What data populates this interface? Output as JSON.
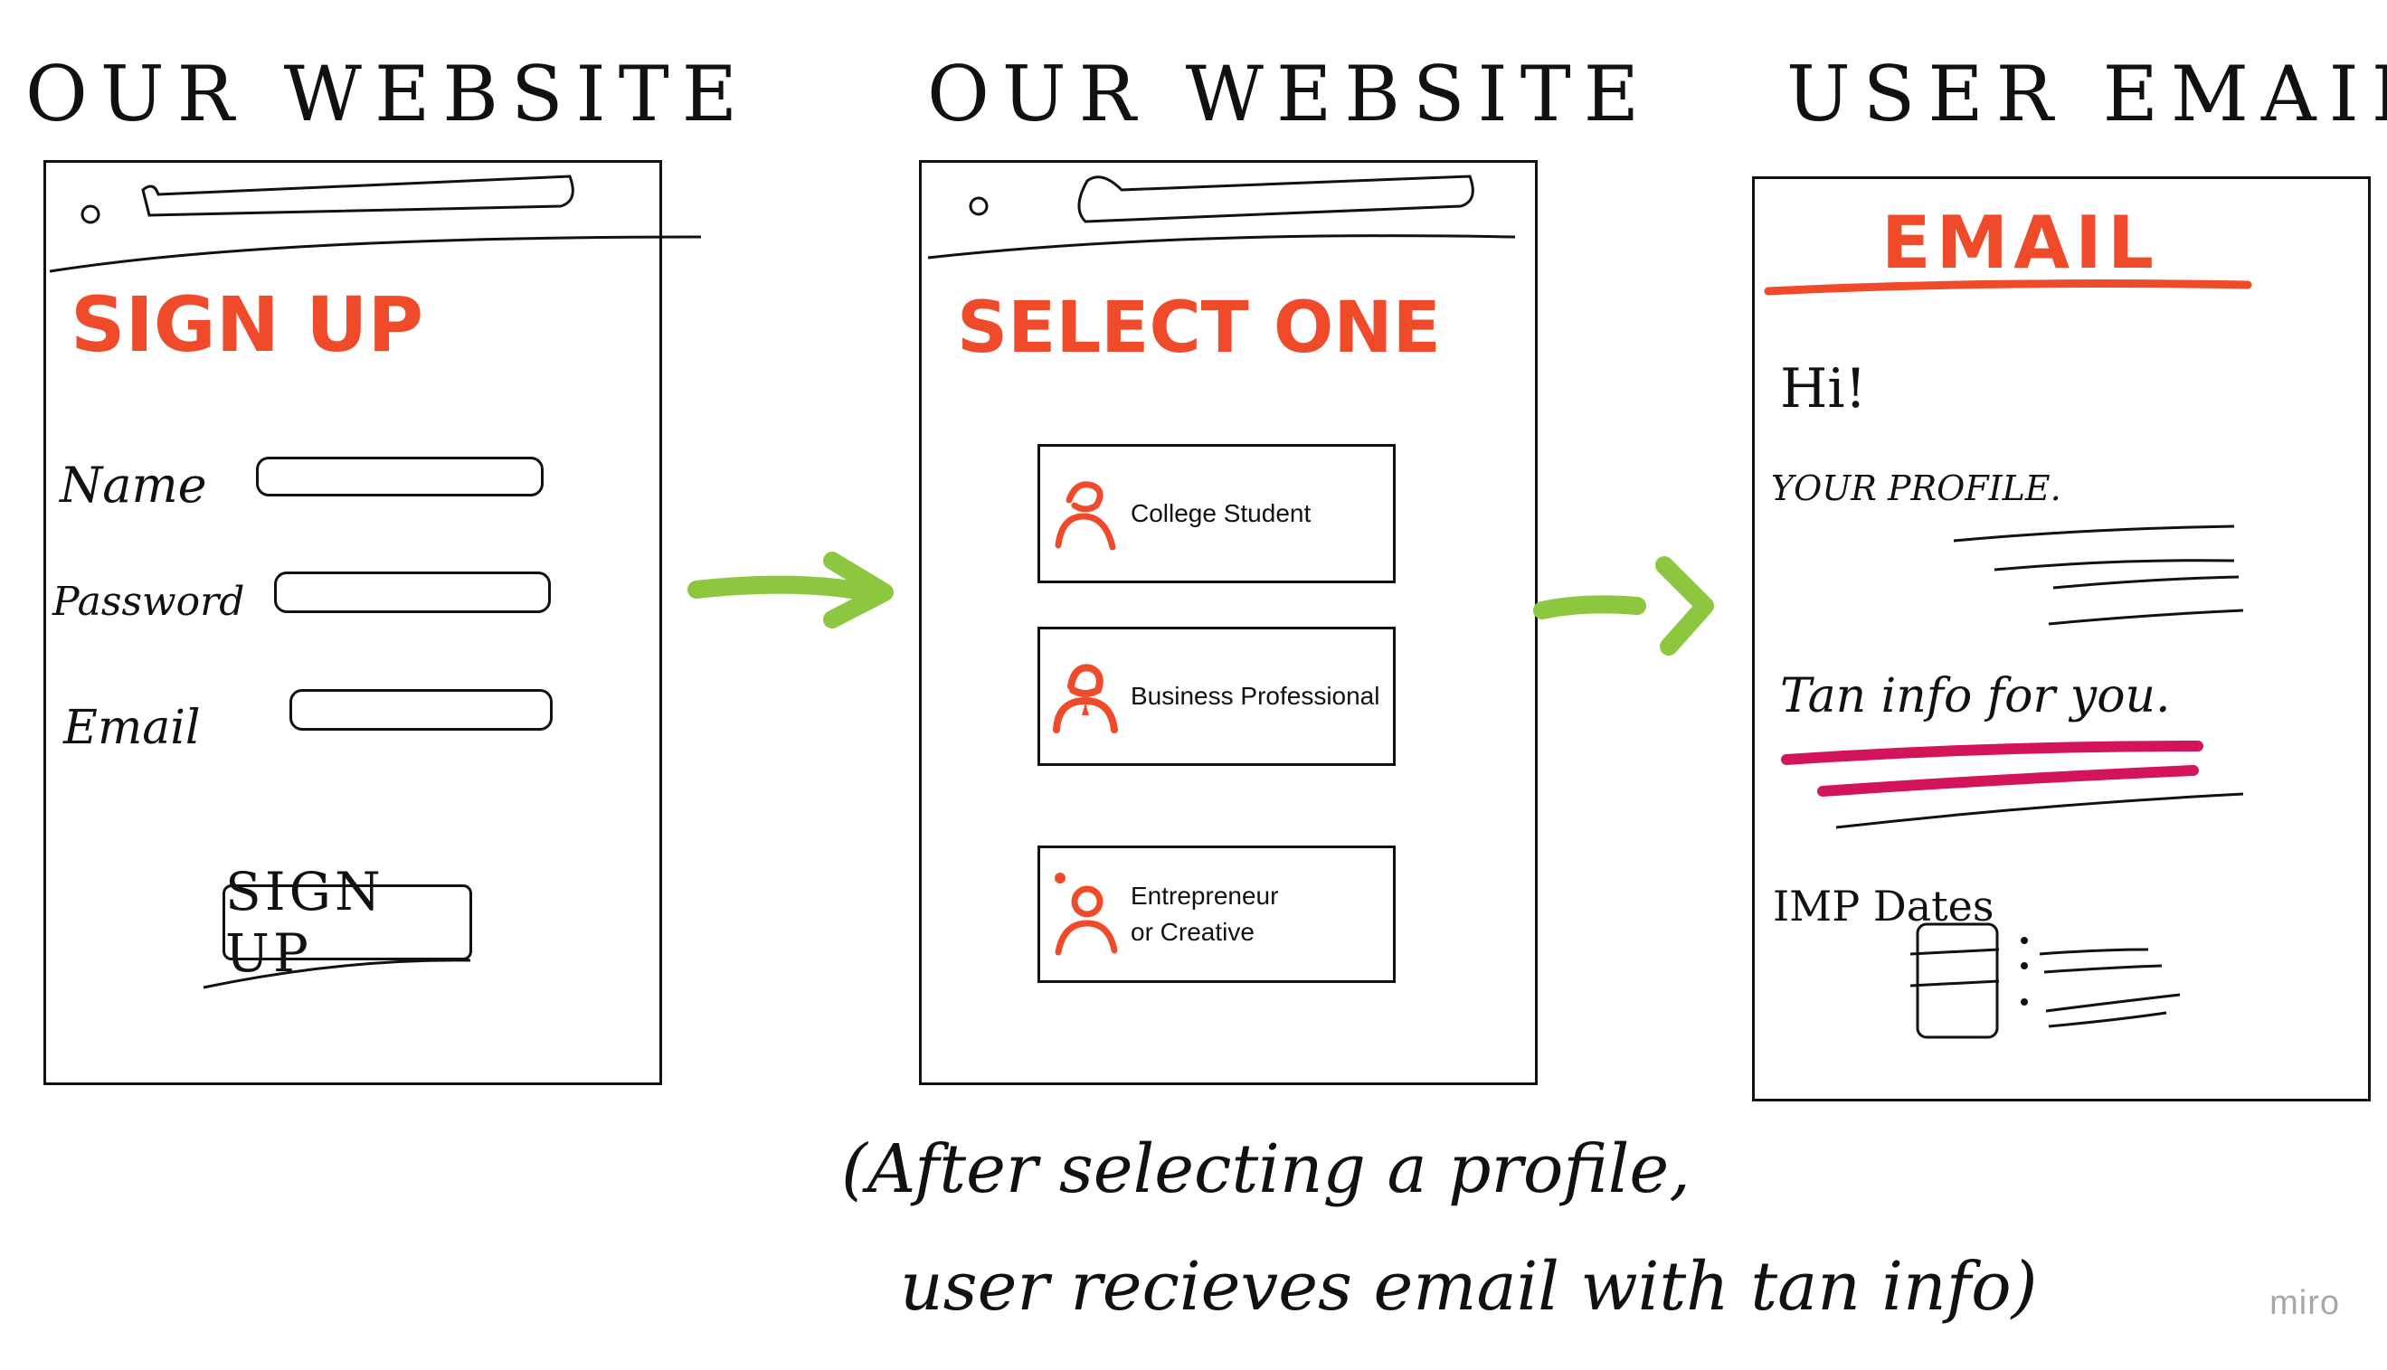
{
  "columns": [
    {
      "title": "OUR WEBSITE"
    },
    {
      "title": "OUR WEBSITE"
    },
    {
      "title": "USER EMAIL"
    }
  ],
  "signup": {
    "heading": "SIGN UP",
    "fields": [
      "Name",
      "Password",
      "Email"
    ],
    "button_label": "SIGN UP"
  },
  "select": {
    "heading": "SELECT ONE",
    "options": [
      {
        "label": "College Student",
        "icon": "student-icon"
      },
      {
        "label": "Business Professional",
        "icon": "professional-icon"
      },
      {
        "label": "Entrepreneur\nor Creative",
        "icon": "creative-icon"
      }
    ]
  },
  "email": {
    "heading": "EMAIL",
    "greeting": "Hi!",
    "profile_line": "YOUR PROFILE.",
    "info_line": "Tan info for you.",
    "dates_label": "IMP Dates"
  },
  "caption": {
    "line1": "(After selecting a profile,",
    "line2": "user recieves email with tan info)"
  },
  "watermark": "miro",
  "colors": {
    "accent_red": "#ef4b2a",
    "arrow_green": "#8dc63f",
    "magenta": "#d4145a",
    "ink": "#111111"
  }
}
